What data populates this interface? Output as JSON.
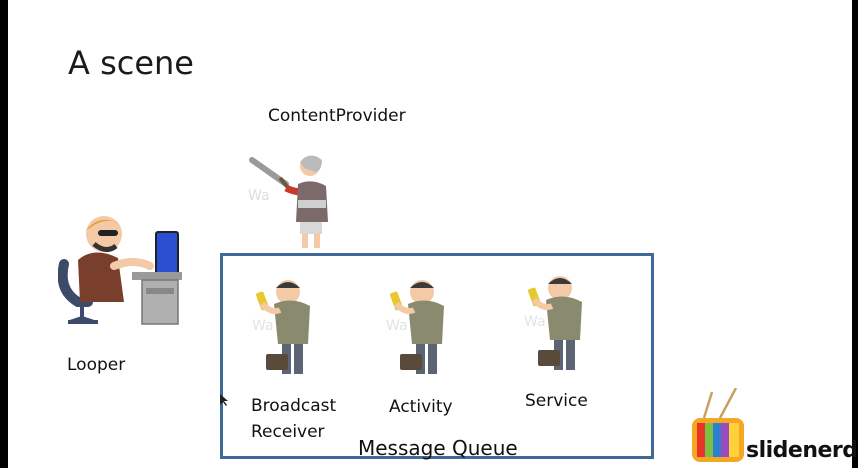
{
  "slide": {
    "title": "A scene"
  },
  "diagram": {
    "content_provider_label": "ContentProvider",
    "looper_label": "Looper",
    "queue": {
      "title": "Message Queue",
      "members": [
        {
          "label_line1": "Broadcast",
          "label_line2": "Receiver"
        },
        {
          "label_line1": "Activity"
        },
        {
          "label_line1": "Service"
        }
      ]
    }
  },
  "watermark_text": "Watermark",
  "brand": {
    "name": "slidenerd"
  },
  "colors": {
    "queue_border": "#3d6a96",
    "skin": "#f3c9a6",
    "coat": "#8a8a6e",
    "pants": "#5c6573"
  }
}
